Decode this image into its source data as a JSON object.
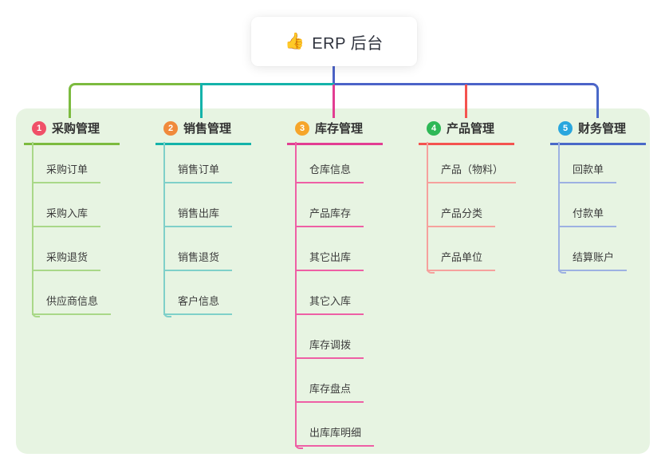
{
  "root": {
    "icon": "👍",
    "label": "ERP 后台"
  },
  "branches": [
    {
      "number": "1",
      "title": "采购管理",
      "badge_color": "#f05068",
      "accent_color": "#7cbb3f",
      "child_line_color": "#a9d888",
      "items": [
        "采购订单",
        "采购入库",
        "采购退货",
        "供应商信息"
      ]
    },
    {
      "number": "2",
      "title": "销售管理",
      "badge_color": "#f08a3c",
      "accent_color": "#14b3aa",
      "child_line_color": "#7fd0c9",
      "items": [
        "销售订单",
        "销售出库",
        "销售退货",
        "客户信息"
      ]
    },
    {
      "number": "3",
      "title": "库存管理",
      "badge_color": "#f6a52a",
      "accent_color": "#e23d92",
      "child_line_color": "#ee5fa5",
      "items": [
        "仓库信息",
        "产品库存",
        "其它出库",
        "其它入库",
        "库存调拨",
        "库存盘点",
        "出库库明细"
      ]
    },
    {
      "number": "4",
      "title": "产品管理",
      "badge_color": "#2eb856",
      "accent_color": "#f4534f",
      "child_line_color": "#f6a19d",
      "items": [
        "产品（物料）",
        "产品分类",
        "产品单位"
      ]
    },
    {
      "number": "5",
      "title": "财务管理",
      "badge_color": "#29a6de",
      "accent_color": "#4a69c8",
      "child_line_color": "#9db1e2",
      "items": [
        "回款单",
        "付款单",
        "结算账户"
      ]
    }
  ],
  "connector_colors": {
    "root_line": "#4c63c8",
    "left_segment": "#7cbb3f",
    "middle_segment": "#14b3aa",
    "right_segment": "#4c63c8"
  },
  "panel_color": "#e7f4e2"
}
